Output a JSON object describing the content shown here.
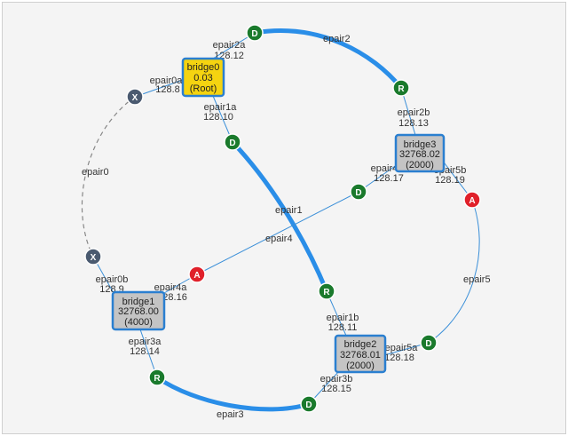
{
  "colors": {
    "link_thick": "#2a8ee8",
    "link_thin": "#3a8fd8",
    "link_blocked": "#888888",
    "root_bridge_fill": "#f5d410",
    "bridge_fill": "#c4c4c4",
    "bridge_border": "#2a7fd0",
    "port_D": "#1a7a2c",
    "port_R": "#1a7a2c",
    "port_A": "#e0202a",
    "port_X": "#4a5a70"
  },
  "bridges": [
    {
      "id": "bridge0",
      "name": "bridge0",
      "id_line": "0.03",
      "cost": "(Root)",
      "root": true
    },
    {
      "id": "bridge1",
      "name": "bridge1",
      "id_line": "32768.00",
      "cost": "(4000)",
      "root": false
    },
    {
      "id": "bridge2",
      "name": "bridge2",
      "id_line": "32768.01",
      "cost": "(2000)",
      "root": false
    },
    {
      "id": "bridge3",
      "name": "bridge3",
      "id_line": "32768.02",
      "cost": "(2000)",
      "root": false
    }
  ],
  "links": [
    {
      "id": "epair0",
      "label": "epair0",
      "style": "blocked"
    },
    {
      "id": "epair1",
      "label": "epair1",
      "style": "thick"
    },
    {
      "id": "epair2",
      "label": "epair2",
      "style": "thick"
    },
    {
      "id": "epair3",
      "label": "epair3",
      "style": "thick"
    },
    {
      "id": "epair4",
      "label": "epair4",
      "style": "thin"
    },
    {
      "id": "epair5",
      "label": "epair5",
      "style": "thin"
    }
  ],
  "ports": [
    {
      "id": "epair0a",
      "name": "epair0a",
      "prio": "128.8",
      "role": "X"
    },
    {
      "id": "epair0b",
      "name": "epair0b",
      "prio": "128.9",
      "role": "X"
    },
    {
      "id": "epair1a",
      "name": "epair1a",
      "prio": "128.10",
      "role": "D"
    },
    {
      "id": "epair1b",
      "name": "epair1b",
      "prio": "128.11",
      "role": "R"
    },
    {
      "id": "epair2a",
      "name": "epair2a",
      "prio": "128.12",
      "role": "D"
    },
    {
      "id": "epair2b",
      "name": "epair2b",
      "prio": "128.13",
      "role": "R"
    },
    {
      "id": "epair3a",
      "name": "epair3a",
      "prio": "128.14",
      "role": "R"
    },
    {
      "id": "epair3b",
      "name": "epair3b",
      "prio": "128.15",
      "role": "D"
    },
    {
      "id": "epair4a",
      "name": "epair4a",
      "prio": "128.16",
      "role": "A"
    },
    {
      "id": "epair4b",
      "name": "epair4b",
      "prio": "128.17",
      "role": "D"
    },
    {
      "id": "epair5a",
      "name": "epair5a",
      "prio": "128.18",
      "role": "D"
    },
    {
      "id": "epair5b",
      "name": "epair5b",
      "prio": "128.19",
      "role": "A"
    }
  ]
}
